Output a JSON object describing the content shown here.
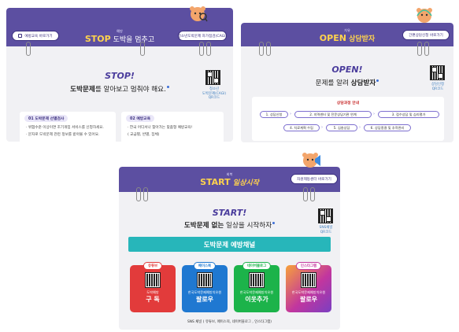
{
  "panel_stop": {
    "header": {
      "left_button": "예방교육 바로가기",
      "eyebrow": "예방",
      "title_big": "STOP",
      "title_rest": " 도박을 멈추고",
      "right_button": "청소년도박문제 자가점검(CAGI)"
    },
    "qr_caption": "청소년\n도박문제(CAGI)\nQR코드",
    "headline": "STOP!",
    "subline_bold": "도박문제",
    "subline_rest": "를 알아보고 멈춰야 해요.",
    "box1": {
      "tag": "01 도박문제 선별검사",
      "lines": [
        "· 위험수준 이상이면 조기개입 서비스를 신청하세요.",
        "· 문자로 도박문제 관련 정보를 받아볼 수 있어요."
      ]
    },
    "box2": {
      "tag": "02 예방교육",
      "lines": [
        "· 한국 어디서나 찾아가는 맞춤형 예방교육!",
        "( 교급별, 반별, 집체)"
      ]
    }
  },
  "panel_open": {
    "header": {
      "eyebrow": "치유",
      "title_big": "OPEN",
      "title_rest": " 상담받자",
      "right_button": "간편상담신청 바로가기"
    },
    "qr_caption": "상담신청\nQR코드",
    "headline": "OPEN!",
    "subline_rest": "문제를 알려 ",
    "subline_bold": "상담받자",
    "flow_title": "상담과정 안내",
    "steps": [
      "1. 상담신청",
      "2. 지역센터 및 전문상담기관 연계",
      "3. 접수상담 및 심리평가",
      "4. 치료계획 수립",
      "5. 심층상담",
      "6. 상담종결 및 추적관리"
    ]
  },
  "panel_start": {
    "header": {
      "eyebrow": "회복",
      "title_big": "START",
      "title_rest": " 일상시작",
      "right_button": "자원제동센터 바로가기"
    },
    "qr_caption": "SNS채널\nQR코드",
    "headline": "START!",
    "subline_bold": "도박문제 없는",
    "subline_rest": " 일상을 시작하자",
    "channel_bar": "도박문제 예방채널",
    "channels": [
      {
        "tag": "유튜브",
        "name": "도박예방",
        "action": "구 독",
        "color": "#e23b3b"
      },
      {
        "tag": "페이스북",
        "name": "한국도박문제예방치유원",
        "action": "팔로우",
        "color": "#1f78d1"
      },
      {
        "tag": "네이버블로그",
        "name": "한국도박문제예방치유원",
        "action": "이웃추가",
        "color": "#1cb34a"
      },
      {
        "tag": "인스타그램",
        "name": "한국도박문제예방치유원",
        "action": "팔로우",
        "color": "#c2369e"
      }
    ],
    "footer": "SNS 채널 ( 유튜브, 페이스북, 네이버블로그 , 인스타그램)"
  },
  "colors": {
    "header": "#5c4fa1",
    "accent_yellow": "#ffd34d",
    "teal": "#27b6ba"
  }
}
